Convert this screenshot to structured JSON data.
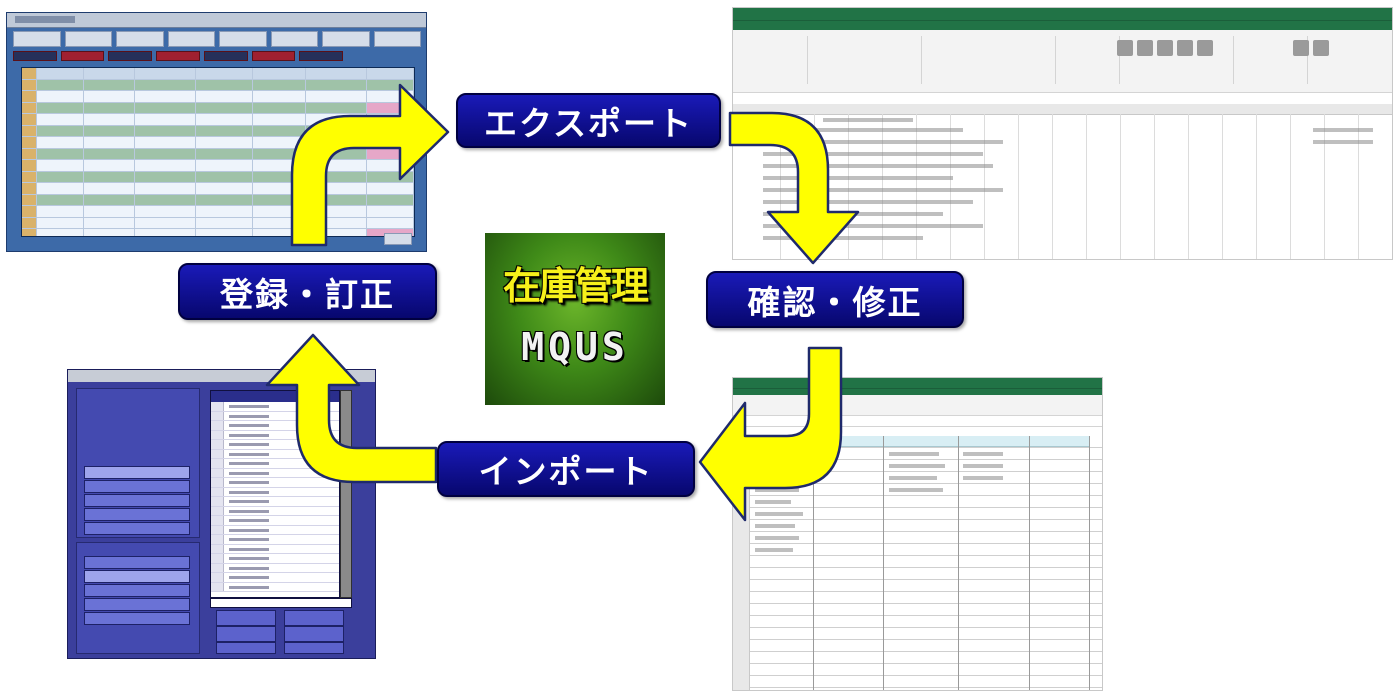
{
  "steps": {
    "export": "エクスポート",
    "confirm_fix": "確認・修正",
    "import": "インポート",
    "register_fix": "登録・訂正"
  },
  "logo": {
    "line1": "在庫管理",
    "line2": "MQUS"
  },
  "colors": {
    "label_bg": "#0c0c8a",
    "arrow_fill": "#ffff00",
    "arrow_stroke": "#1f2a6b",
    "logo_text": "#f7f01a"
  }
}
